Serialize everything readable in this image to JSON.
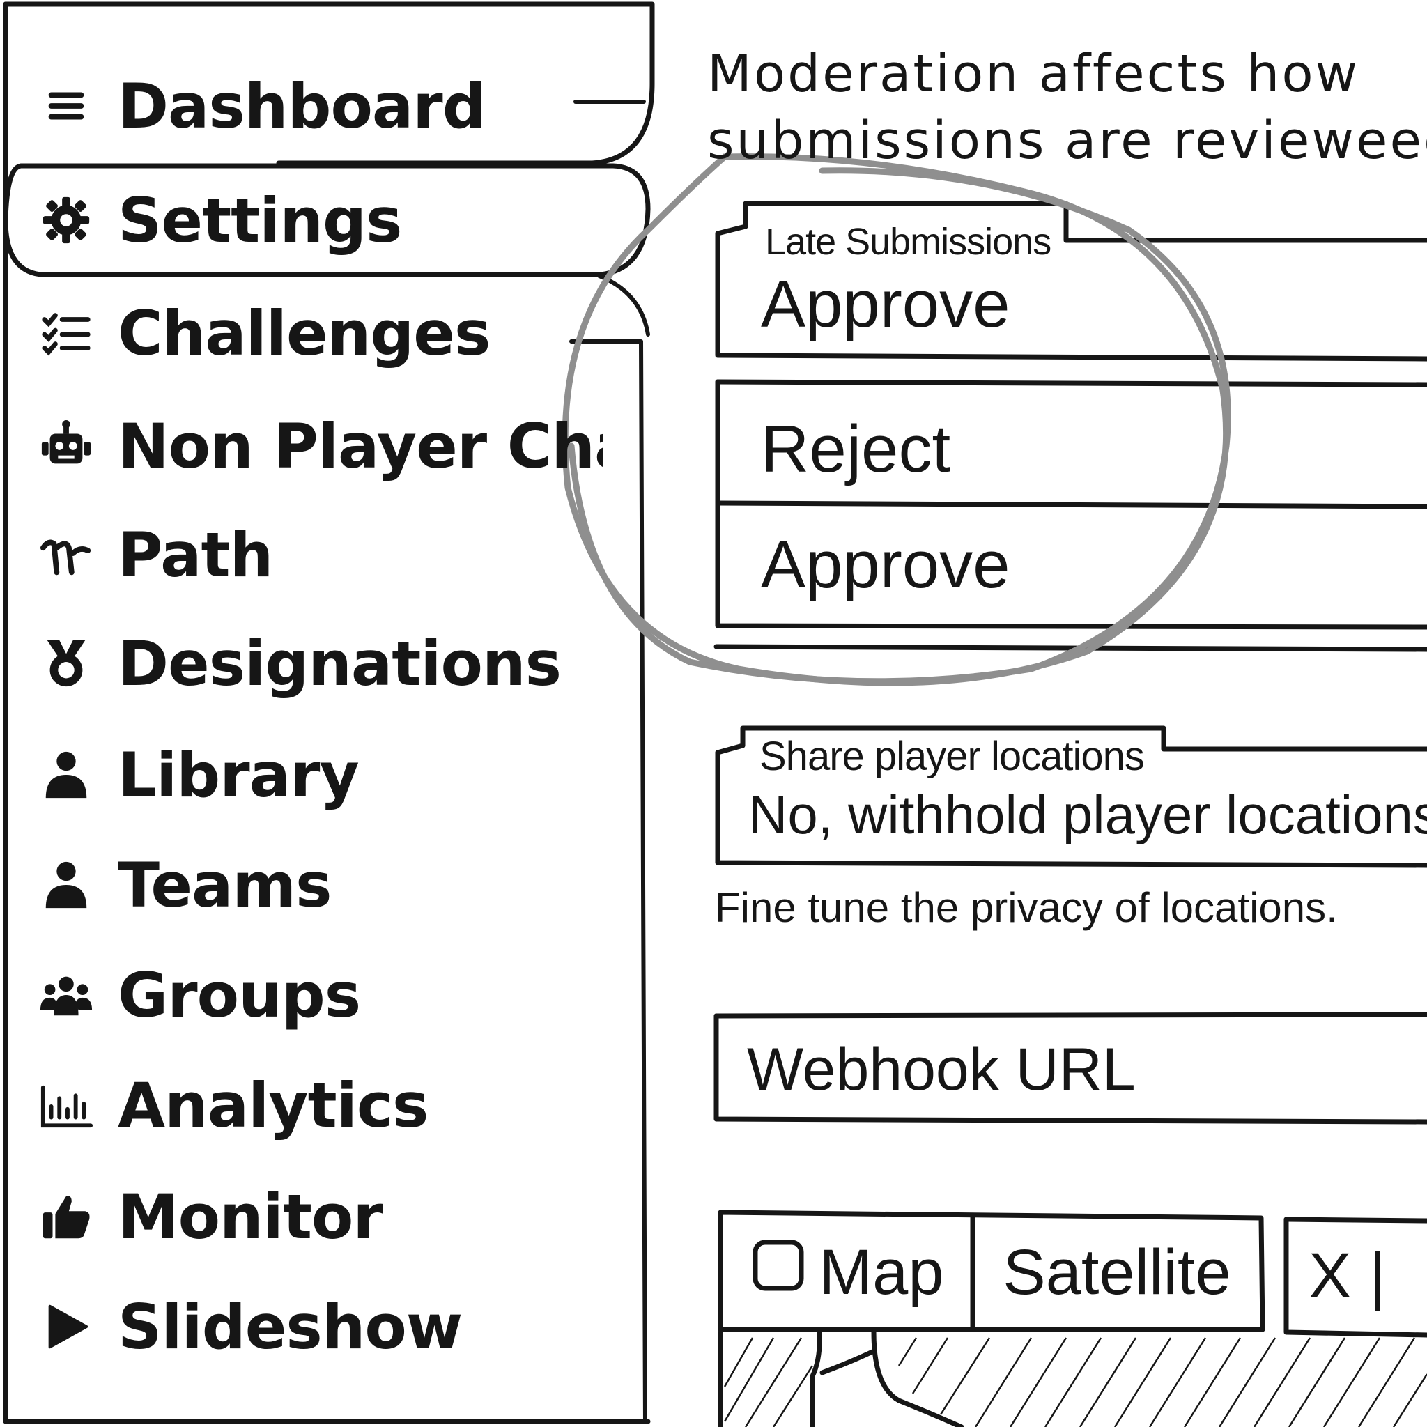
{
  "sidebar": {
    "items": [
      {
        "label": "Dashboard",
        "icon": "menu-icon"
      },
      {
        "label": "Settings",
        "icon": "gear-icon",
        "active": true
      },
      {
        "label": "Challenges",
        "icon": "checklist-icon"
      },
      {
        "label": "Non Player Characters",
        "icon": "robot-icon"
      },
      {
        "label": "Path",
        "icon": "path-icon"
      },
      {
        "label": "Designations",
        "icon": "medal-icon"
      },
      {
        "label": "Library",
        "icon": "person-icon"
      },
      {
        "label": "Teams",
        "icon": "person-icon"
      },
      {
        "label": "Groups",
        "icon": "group-icon"
      },
      {
        "label": "Analytics",
        "icon": "chart-icon"
      },
      {
        "label": "Monitor",
        "icon": "thumbs-up-icon"
      },
      {
        "label": "Slideshow",
        "icon": "play-icon"
      }
    ]
  },
  "main": {
    "intro_text_line1": "Moderation affects how",
    "intro_text_line2": "submissions are revieweed",
    "late_submissions": {
      "legend": "Late Submissions",
      "value": "Approve",
      "options": [
        "Reject",
        "Approve"
      ]
    },
    "share_locations": {
      "legend": "Share player locations",
      "value": "No, withhold player locations.",
      "helper": "Fine tune the privacy of locations."
    },
    "webhook": {
      "placeholder": "Webhook URL"
    },
    "map": {
      "tabs": [
        "Map",
        "Satellite"
      ],
      "control_text": "X | "
    }
  },
  "colors": {
    "ink": "#161616",
    "highlight": "#8f8f8f",
    "background": "#ffffff"
  }
}
